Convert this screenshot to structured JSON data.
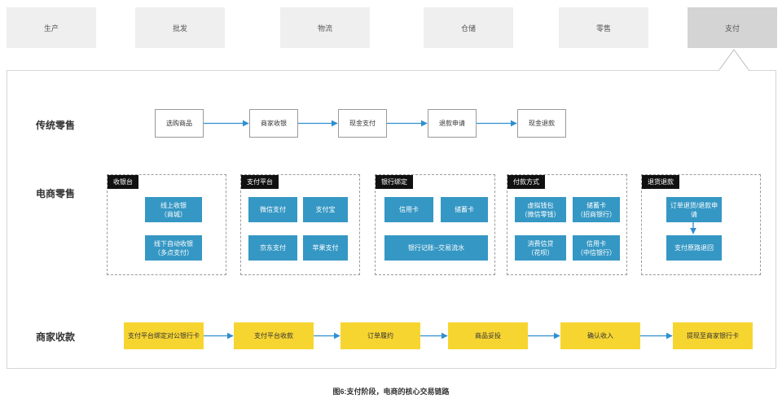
{
  "tabs": [
    {
      "label": "生产",
      "active": false
    },
    {
      "label": "批发",
      "active": false
    },
    {
      "label": "物流",
      "active": false
    },
    {
      "label": "仓储",
      "active": false
    },
    {
      "label": "零售",
      "active": false
    },
    {
      "label": "支付",
      "active": true
    }
  ],
  "traditional": {
    "label": "传统零售",
    "steps": [
      "选购商品",
      "商家收银",
      "现金支付",
      "退款申请",
      "现金退款"
    ]
  },
  "ecommerce": {
    "label": "电商零售",
    "groups": [
      {
        "title": "收银台",
        "items": [
          "线上收银\n（商城）",
          "线下自动收银\n（多点支付）"
        ]
      },
      {
        "title": "支付平台",
        "items": [
          "微信支付",
          "支付宝",
          "京东支付",
          "苹果支付"
        ]
      },
      {
        "title": "银行绑定",
        "items": [
          "信用卡",
          "储蓄卡",
          "银行记账--交易流水"
        ]
      },
      {
        "title": "付款方式",
        "items": [
          "虚拟钱包\n（微信零钱）",
          "储蓄卡\n（招商银行）",
          "消费信贷\n（花呗）",
          "信用卡\n（中信银行）"
        ]
      },
      {
        "title": "退货退款",
        "items": [
          "订单退货/退款申\n请",
          "支付原路退回"
        ]
      }
    ]
  },
  "merchant": {
    "label": "商家收款",
    "steps": [
      "支付平台绑定对公银行卡",
      "支付平台收款",
      "订单履约",
      "商品妥投",
      "确认收入",
      "提现至商家银行卡"
    ]
  },
  "caption": "图6:支付阶段，电商的核心交易链路",
  "colors": {
    "tab_bg": "#efefef",
    "tab_active_bg": "#d4d4d4",
    "blue": "#3597c4",
    "yellow": "#f7d531",
    "group_title_bg": "#111111"
  }
}
